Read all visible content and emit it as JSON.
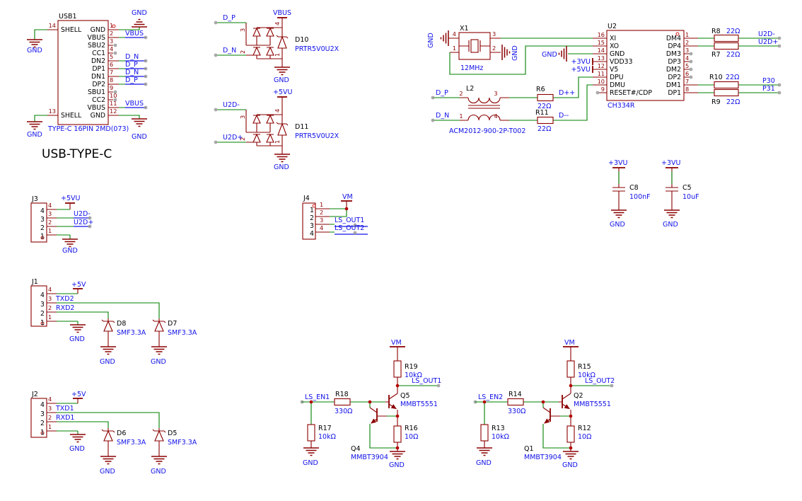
{
  "title": "USB-TYPE-C",
  "nets": {
    "gnd": "GND",
    "vbus": "VBUS",
    "p5vu": "+5VU",
    "p5v": "+5V",
    "p3vu": "+3VU",
    "vm": "VM",
    "dp": "D_P",
    "dn": "D_N",
    "u2dm": "U2D-",
    "u2dp": "U2D+",
    "dpp": "D++",
    "dmm": "D--",
    "p30": "P30",
    "p31": "P31",
    "txd1": "TXD1",
    "rxd1": "RXD1",
    "txd2": "TXD2",
    "rxd2": "RXD2",
    "lsen1": "LS_EN1",
    "lsen2": "LS_EN2",
    "lsout1": "LS_OUT1",
    "lsout2": "LS_OUT2"
  },
  "refs": {
    "usb1": "USB1",
    "u2": "U2",
    "x1": "X1",
    "l2": "L2",
    "j1": "J1",
    "j2": "J2",
    "j3": "J3",
    "j4": "J4",
    "d5": "D5",
    "d6": "D6",
    "d7": "D7",
    "d8": "D8",
    "d10": "D10",
    "d11": "D11",
    "c5": "C5",
    "c8": "C8",
    "r6": "R6",
    "r7": "R7",
    "r8": "R8",
    "r9": "R9",
    "r10": "R10",
    "r11": "R11",
    "r12": "R12",
    "r13": "R13",
    "r14": "R14",
    "r15": "R15",
    "r16": "R16",
    "r17": "R17",
    "r18": "R18",
    "r19": "R19",
    "q1": "Q1",
    "q2": "Q2",
    "q4": "Q4",
    "q5": "Q5"
  },
  "values": {
    "usb1": "TYPE-C 16PIN 2MD(073)",
    "u2": "CH334R",
    "x1": "12MHz",
    "l2": "ACM2012-900-2P-T002",
    "esd": "PRTR5V0U2X",
    "tvs": "SMF3.3A",
    "c8": "100nF",
    "c5": "10uF",
    "r22": "22Ω",
    "r330": "330Ω",
    "r10k": "10kΩ",
    "r10": "10Ω",
    "q_npn_hv": "MMBT5551",
    "q_npn": "MMBT3904"
  },
  "pins": {
    "usb1_left": [
      {
        "num": "14",
        "name": "SHELL"
      },
      {
        "num": "13",
        "name": "SHELL"
      }
    ],
    "usb1_right": [
      {
        "num": "1",
        "name": "GND"
      },
      {
        "num": "2",
        "name": "VBUS"
      },
      {
        "num": "3",
        "name": "SBU2"
      },
      {
        "num": "4",
        "name": "CC1"
      },
      {
        "num": "5",
        "name": "DN2"
      },
      {
        "num": "6",
        "name": "DP1"
      },
      {
        "num": "7",
        "name": "DN1"
      },
      {
        "num": "8",
        "name": "DP2"
      },
      {
        "num": "9",
        "name": "SBU1"
      },
      {
        "num": "10",
        "name": "CC2"
      },
      {
        "num": "11",
        "name": "VBUS"
      },
      {
        "num": "12",
        "name": "GND"
      }
    ],
    "usb1_ports": [
      "VBUS",
      "D_N",
      "D_P",
      "D_N",
      "D_P",
      "VBUS"
    ],
    "u2_left": [
      {
        "num": "16",
        "name": "XI"
      },
      {
        "num": "15",
        "name": "XO"
      },
      {
        "num": "14",
        "name": "GND"
      },
      {
        "num": "13",
        "name": "VDD33"
      },
      {
        "num": "12",
        "name": "V5"
      },
      {
        "num": "11",
        "name": "DPU"
      },
      {
        "num": "10",
        "name": "DMU"
      },
      {
        "num": "9",
        "name": "RESET#/CDP"
      }
    ],
    "u2_right": [
      {
        "num": "1",
        "name": "DM4"
      },
      {
        "num": "2",
        "name": "DP4"
      },
      {
        "num": "3",
        "name": "DM3"
      },
      {
        "num": "4",
        "name": "DP3"
      },
      {
        "num": "5",
        "name": "DM2"
      },
      {
        "num": "6",
        "name": "DP2"
      },
      {
        "num": "7",
        "name": "DM1"
      },
      {
        "num": "8",
        "name": "DP1"
      }
    ],
    "x1": [
      "4",
      "3",
      "1",
      "2"
    ],
    "l2": [
      "2",
      "3",
      "1",
      "4"
    ],
    "esd": [
      "3",
      "2",
      "4",
      "1"
    ],
    "j_rev": [
      "4",
      "3",
      "2",
      "1"
    ],
    "j_fwd": [
      "1",
      "2",
      "3",
      "4"
    ]
  }
}
